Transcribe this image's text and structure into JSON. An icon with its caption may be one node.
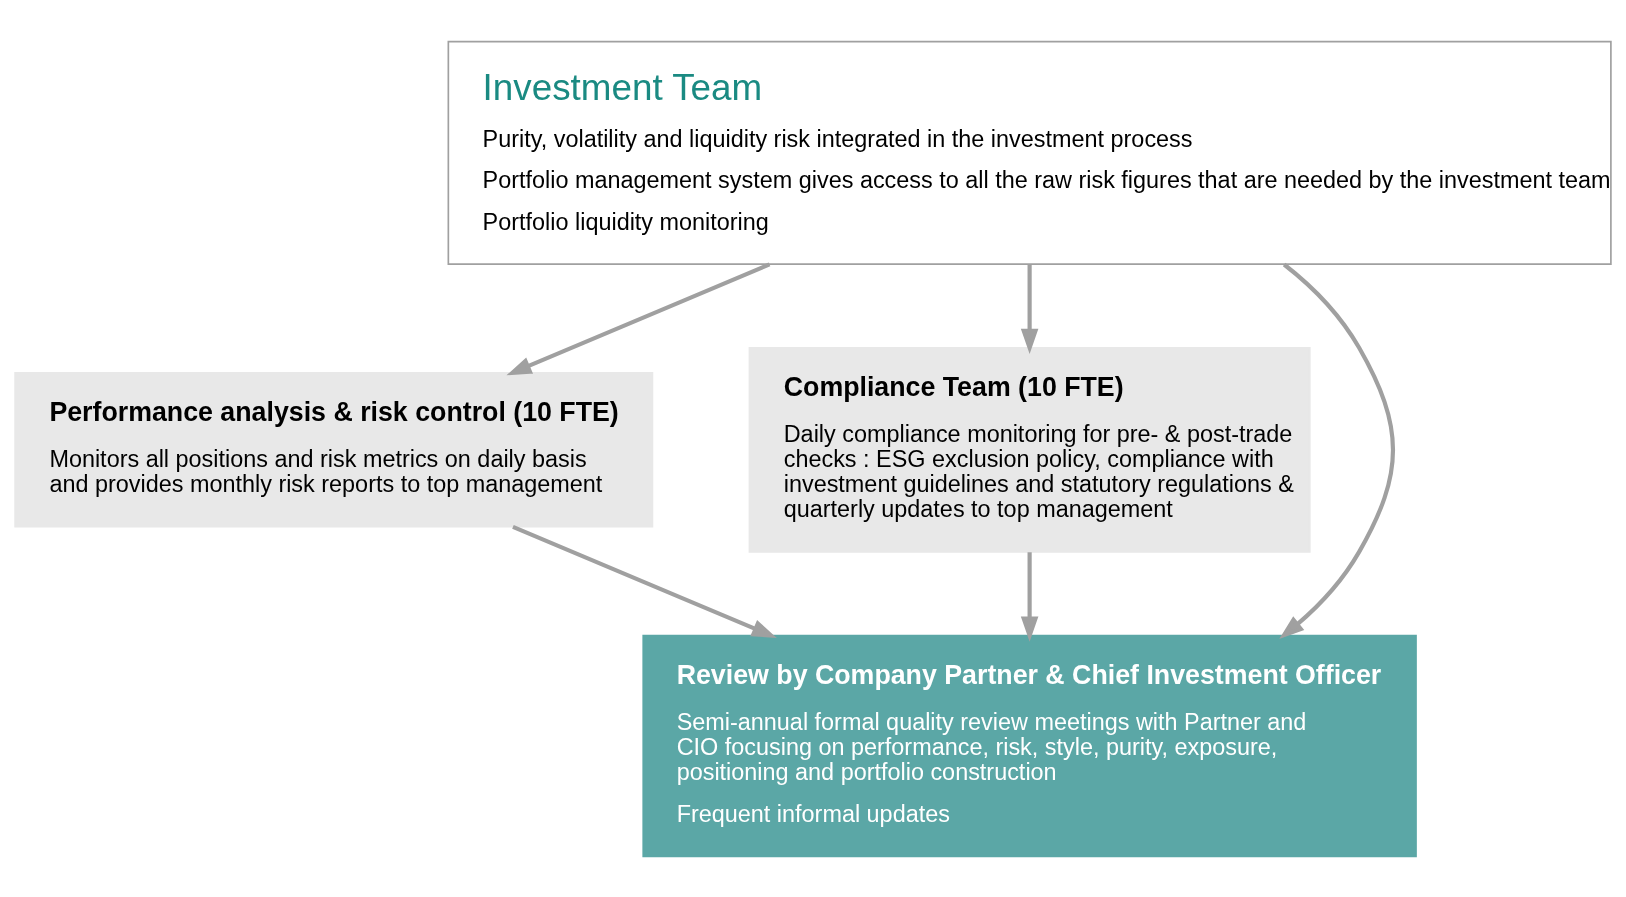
{
  "diagram": {
    "nodes": [
      {
        "text": [
          "Investment Team",
          "Purity, volatility and liquidity risk integrated in the investment process",
          "Portfolio management system gives access to all the raw risk figures that are needed by the investment team",
          "Portfolio liquidity monitoring"
        ]
      },
      {
        "text": [
          "Performance analysis & risk control (10 FTE)",
          "Monitors all positions and risk metrics on daily basis and provides monthly risk reports to top management"
        ]
      },
      {
        "text": [
          "Compliance Team (10 FTE)",
          "Daily compliance monitoring for pre- & post-trade checks : ESG exclusion policy, compliance with investment guidelines and statutory regulations & quarterly updates to top management"
        ]
      },
      {
        "text": [
          "Review by Company Partner & Chief Investment Officer",
          "Semi-annual formal quality review meetings with Partner and CIO focusing on performance, risk, style, purity, exposure, positioning and portfolio construction",
          "Frequent informal updates"
        ]
      }
    ],
    "edges": [
      {
        "from": 0,
        "to": 1,
        "arrow": "to"
      },
      {
        "from": 0,
        "to": 3,
        "arrow": "to"
      },
      {
        "from": 0,
        "to": 2,
        "arrow": "to"
      },
      {
        "from": 1,
        "to": 3,
        "arrow": "to"
      },
      {
        "from": 2,
        "to": 3,
        "arrow": "to"
      }
    ]
  }
}
